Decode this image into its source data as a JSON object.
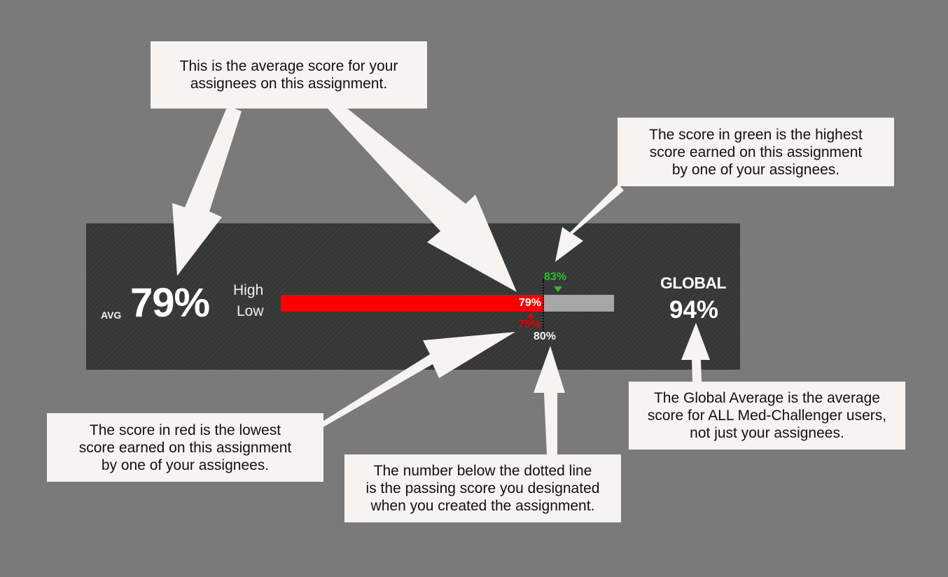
{
  "callouts": {
    "average": "This is the average score for your\nassignees on this assignment.",
    "high": "The score in green is the highest\nscore earned on this assignment\nby one of your assignees.",
    "low": "The score in red is the lowest\nscore earned on this assignment\nby one of your assignees.",
    "passing": "The number below the dotted line\nis the passing score you designated\nwhen you created the assignment.",
    "global": "The Global Average is the average\nscore for ALL Med-Challenger users,\nnot just your assignees."
  },
  "panel": {
    "avg_label": "AVG",
    "avg_value": "79%",
    "high_label": "High",
    "low_label": "Low",
    "bar_value_label": "79%",
    "bar_fill_fraction": 0.79,
    "high_score": "83%",
    "low_score": "75%",
    "passing_score": "80%",
    "global_label": "GLOBAL",
    "global_value": "94%"
  },
  "colors": {
    "background": "#7a7a7a",
    "panel": "#353636",
    "bar_fill": "#fb0000",
    "bar_track": "#a6a6a6",
    "high": "#27c02d",
    "low": "#d90000",
    "callout_bg": "#f6f3f1"
  }
}
